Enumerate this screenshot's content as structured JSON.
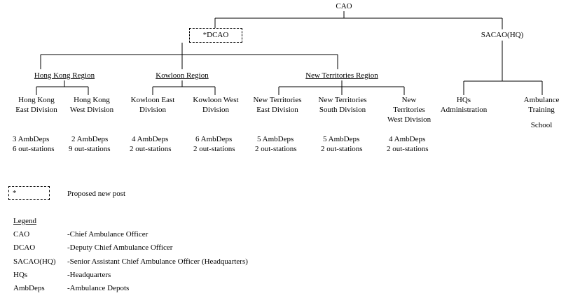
{
  "chart": {
    "root": "CAO",
    "dcao": "*DCAO",
    "sacao": "SACAO(HQ)",
    "regions": {
      "hk": "Hong Kong Region",
      "kln": "Kowloon Region",
      "nt": "New Territories Region"
    },
    "divisions": {
      "hk_east": [
        "Hong Kong",
        "East Division"
      ],
      "hk_west": [
        "Hong Kong",
        "West Division"
      ],
      "kln_east": [
        "Kowloon East",
        "Division"
      ],
      "kln_west": [
        "Kowloon West",
        "Division"
      ],
      "nt_east": [
        "New Territories",
        "East Division"
      ],
      "nt_south": [
        "New Territories",
        "South Division"
      ],
      "nt_west": [
        "New",
        "Territories",
        "West Division"
      ],
      "hq_admin": [
        "HQs",
        "Administration"
      ],
      "amb_school": [
        "Ambulance",
        "Training",
        "School"
      ]
    },
    "counts": {
      "hk_east": [
        "3 AmbDeps",
        "6 out-stations"
      ],
      "hk_west": [
        "2 AmbDeps",
        "9 out-stations"
      ],
      "kln_east": [
        "4 AmbDeps",
        "2 out-stations"
      ],
      "kln_west": [
        "6 AmbDeps",
        "2 out-stations"
      ],
      "nt_east": [
        "5 AmbDeps",
        "2 out-stations"
      ],
      "nt_south": [
        "5 AmbDeps",
        "2 out-stations"
      ],
      "nt_west": [
        "4 AmbDeps",
        "2 out-stations"
      ]
    }
  },
  "key": {
    "marker": "*",
    "text": "Proposed new post"
  },
  "legend": {
    "title": "Legend",
    "items": [
      {
        "abbr": "CAO",
        "desc": "-Chief Ambulance Officer"
      },
      {
        "abbr": "DCAO",
        "desc": "-Deputy Chief Ambulance Officer"
      },
      {
        "abbr": "SACAO(HQ)",
        "desc": "-Senior Assistant Chief Ambulance Officer (Headquarters)"
      },
      {
        "abbr": "HQs",
        "desc": "-Headquarters"
      },
      {
        "abbr": "AmbDeps",
        "desc": "-Ambulance Depots"
      }
    ]
  }
}
